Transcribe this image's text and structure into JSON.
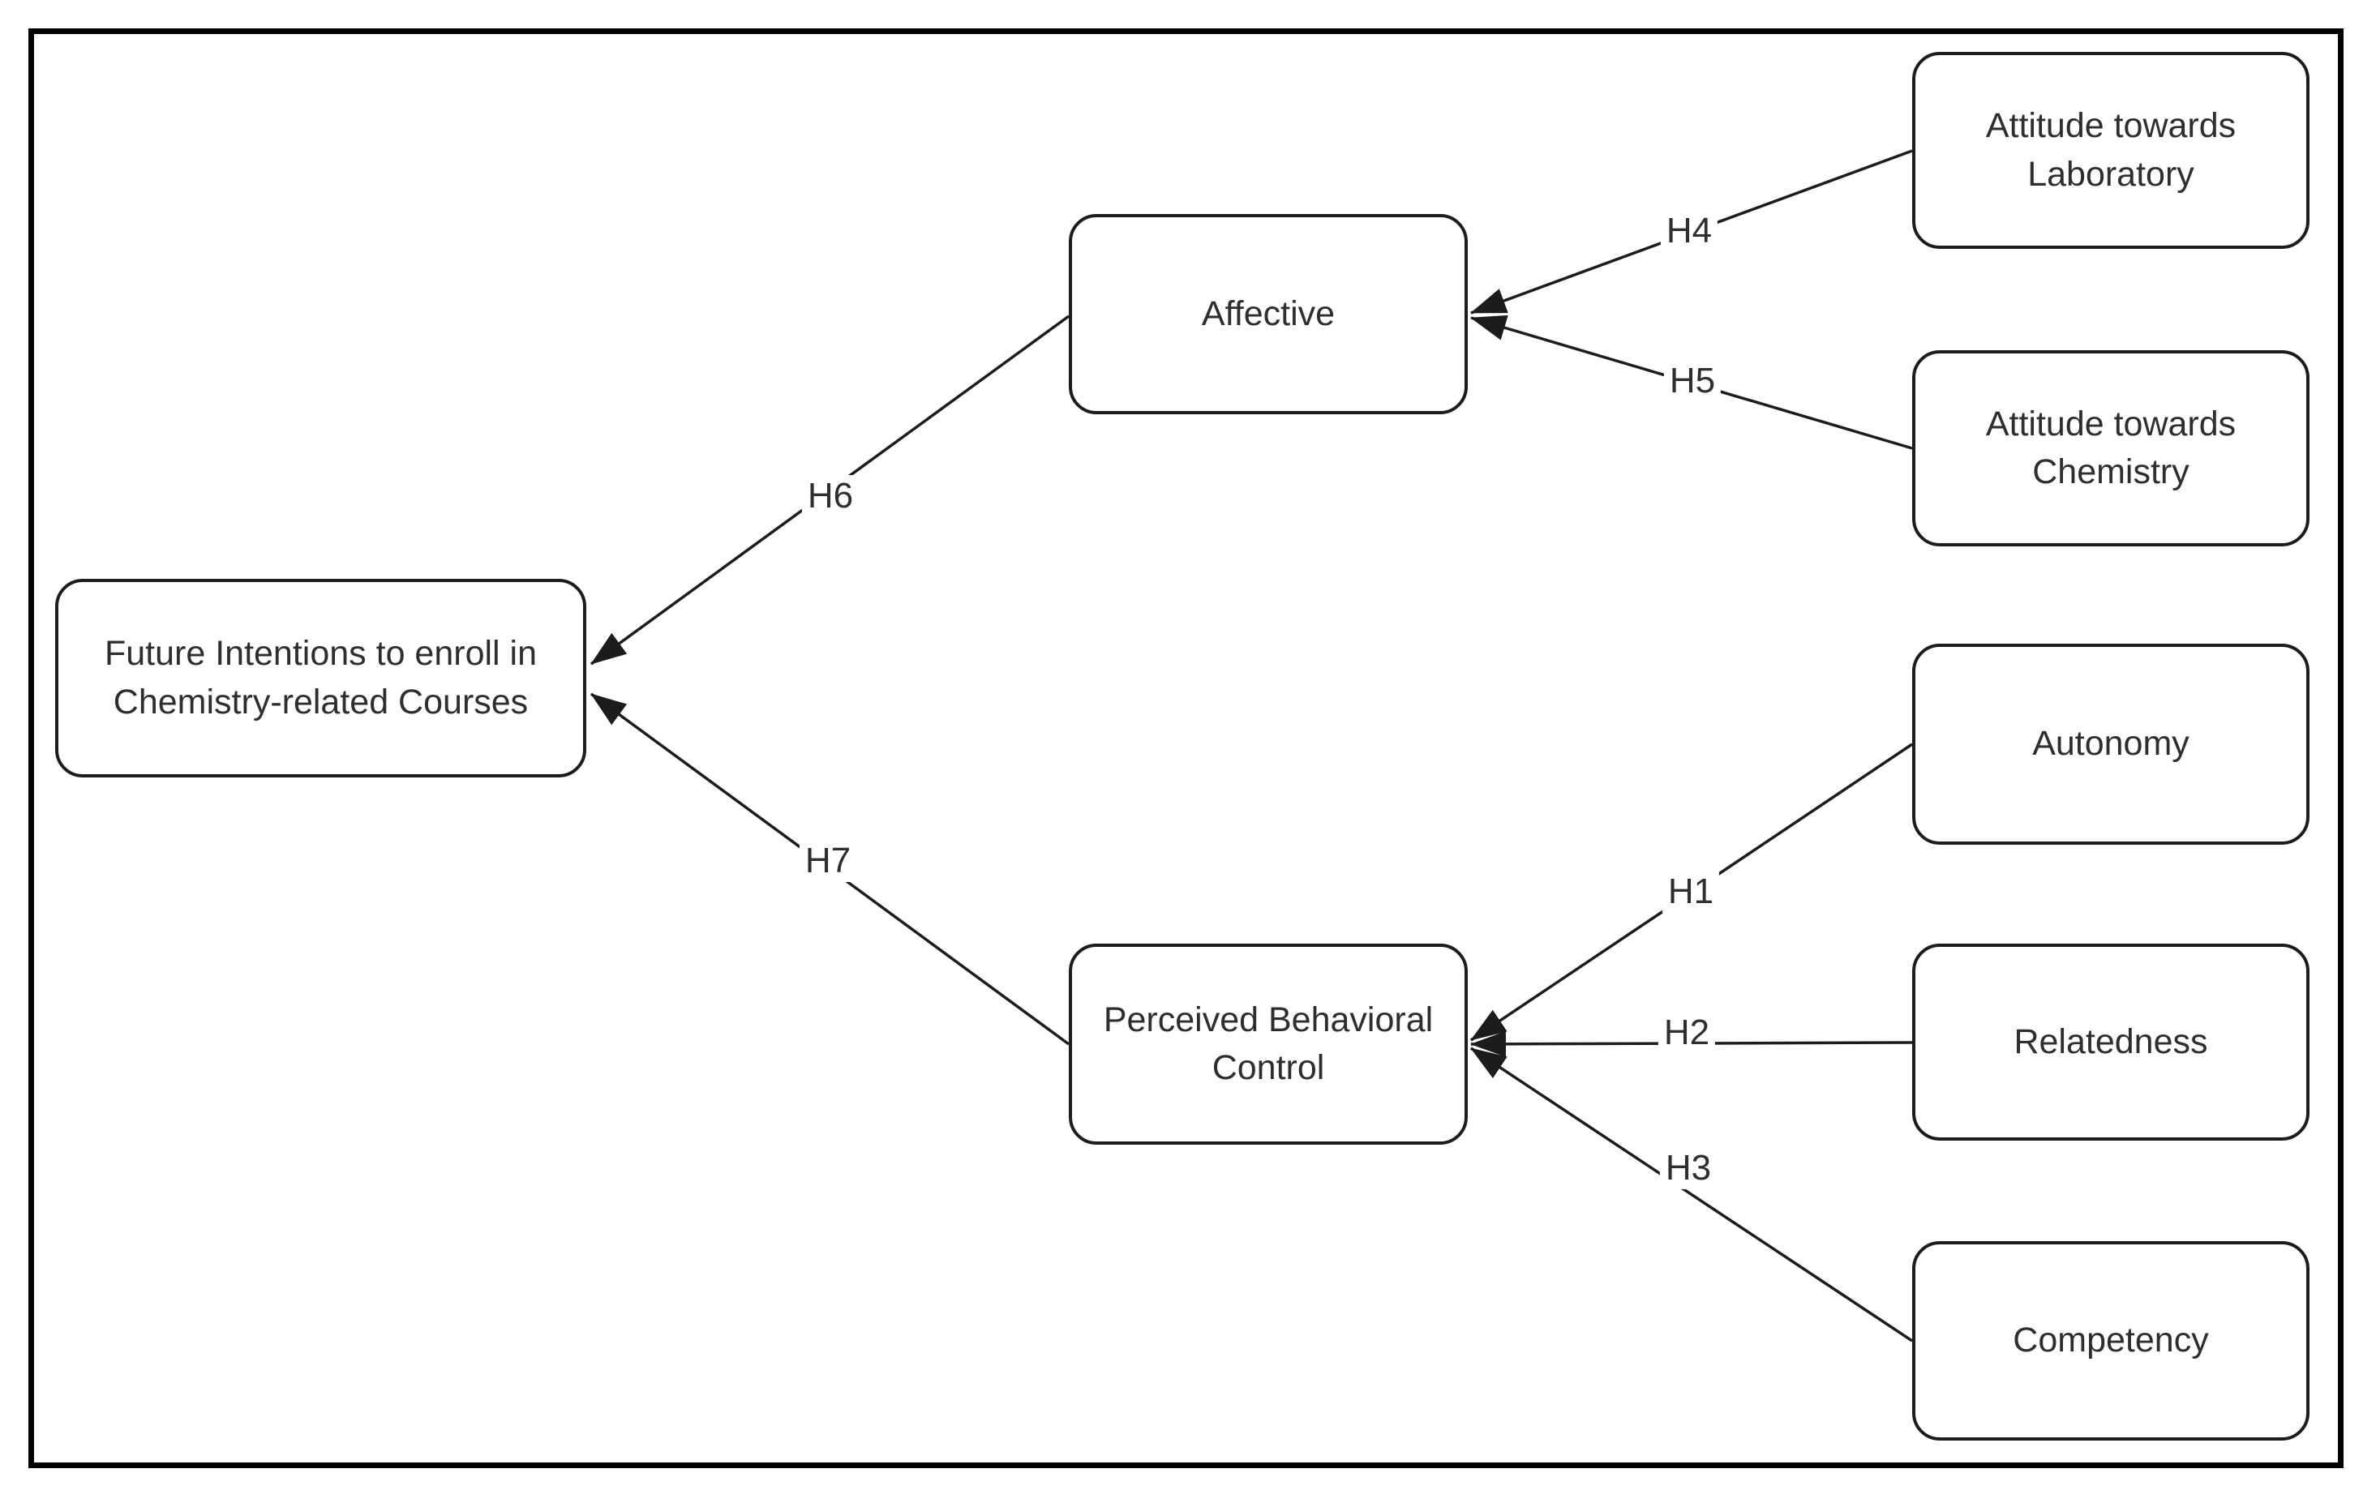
{
  "figure": {
    "type": "path-model-diagram",
    "nodes": {
      "future_intentions": "Future Intentions to enroll in Chemistry-related Courses",
      "affective": "Affective",
      "perceived_behavioral_control": "Perceived Behavioral Control",
      "attitude_laboratory": "Attitude towards Laboratory",
      "attitude_chemistry": "Attitude towards Chemistry",
      "autonomy": "Autonomy",
      "relatedness": "Relatedness",
      "competency": "Competency"
    },
    "hypotheses": [
      {
        "label": "H1",
        "from": "Autonomy",
        "to": "Perceived Behavioral Control"
      },
      {
        "label": "H2",
        "from": "Relatedness",
        "to": "Perceived Behavioral Control"
      },
      {
        "label": "H3",
        "from": "Competency",
        "to": "Perceived Behavioral Control"
      },
      {
        "label": "H4",
        "from": "Attitude towards Laboratory",
        "to": "Affective"
      },
      {
        "label": "H5",
        "from": "Attitude towards Chemistry",
        "to": "Affective"
      },
      {
        "label": "H6",
        "from": "Affective",
        "to": "Future Intentions to enroll in Chemistry-related Courses"
      },
      {
        "label": "H7",
        "from": "Perceived Behavioral Control",
        "to": "Future Intentions to enroll in Chemistry-related Courses"
      }
    ],
    "colors": {
      "line": "#1c1c1c",
      "box_border": "#1c1c1c",
      "background": "#ffffff",
      "text": "#2e2e2e",
      "frame": "#000000"
    }
  }
}
